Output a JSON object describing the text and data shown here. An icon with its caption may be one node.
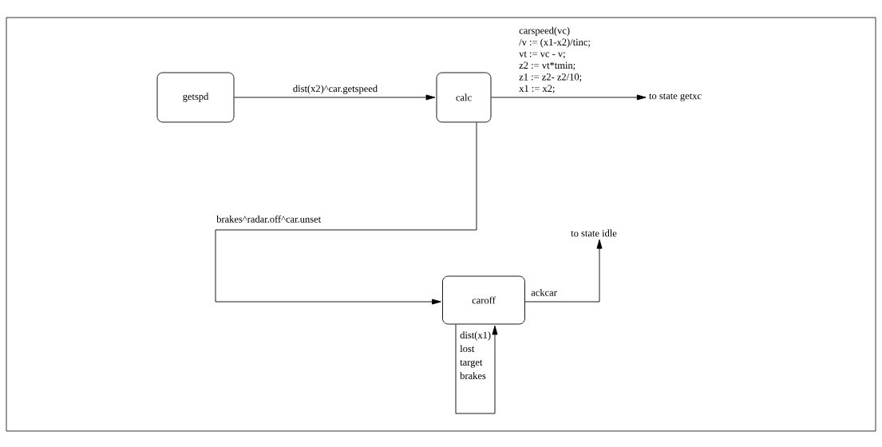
{
  "diagram": {
    "nodes": [
      {
        "text": [
          "getspd"
        ]
      },
      {
        "text": [
          "calc"
        ]
      },
      {
        "text": [
          "to state getxc"
        ]
      },
      {
        "text": [
          "caroff"
        ]
      },
      {
        "text": [
          "to state idle"
        ]
      }
    ],
    "edges": [
      {
        "from": 0,
        "to": 1,
        "arrow": "to",
        "label": "dist(x2)^car.getspeed"
      },
      {
        "from": 1,
        "to": 2,
        "arrow": "to",
        "label": "carspeed(vc) /v := (x1-x2)/tinc; vt := vc - v; z2 := vt*tmin; z1 := z2- z2/10; x1 := x2;"
      },
      {
        "from": 1,
        "to": 3,
        "arrow": "to",
        "label": "brakes^radar.off^car.unset"
      },
      {
        "from": 3,
        "to": 4,
        "arrow": "to",
        "label": "ackcar"
      },
      {
        "from": 3,
        "to": 3,
        "arrow": "to",
        "label": "dist(x1) lost target brakes"
      }
    ]
  }
}
